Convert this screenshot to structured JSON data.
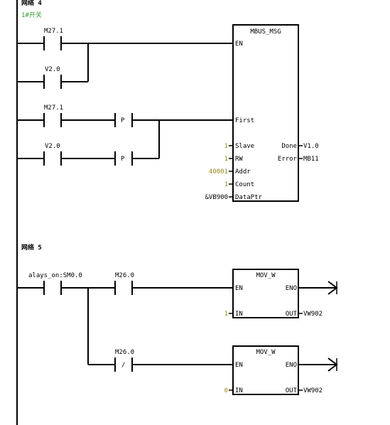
{
  "network4": {
    "title": "网络 4",
    "comment": "1#开关",
    "contacts": [
      {
        "address": "M27.1"
      },
      {
        "address": "V2.0"
      },
      {
        "address": "M27.1",
        "edge": "P"
      },
      {
        "address": "V2.0",
        "edge": "P"
      }
    ],
    "block": {
      "name": "MBUS_MSG",
      "pins_left": {
        "en": "EN",
        "first": "First",
        "slave": "Slave",
        "rw": "RW",
        "addr": "Addr",
        "count": "Count",
        "dataptr": "DataPtr"
      },
      "pins_right": {
        "done": "Done",
        "error": "Error"
      },
      "inputs": {
        "slave": "1",
        "rw": "1",
        "addr": "40001",
        "count": "1",
        "dataptr": "&VB900"
      },
      "outputs": {
        "done": "V1.0",
        "error": "MB11"
      }
    }
  },
  "network5": {
    "title": "网络 5",
    "contacts": [
      {
        "address": "alays_on:SM0.0"
      },
      {
        "address": "M26.0"
      },
      {
        "address": "M26.0",
        "negate": "/"
      }
    ],
    "blocks": [
      {
        "name": "MOV_W",
        "en": "EN",
        "eno": "ENO",
        "in_label": "IN",
        "out_label": "OUT",
        "in_value": "1",
        "out_value": "VW902"
      },
      {
        "name": "MOV_W",
        "en": "EN",
        "eno": "ENO",
        "in_label": "IN",
        "out_label": "OUT",
        "in_value": "0",
        "out_value": "VW902"
      }
    ]
  }
}
